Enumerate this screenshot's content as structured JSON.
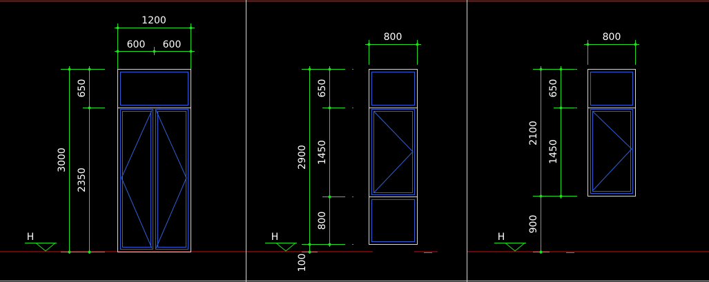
{
  "colors": {
    "background": "#000000",
    "dimension": "#1fe11f",
    "frame": "#d8d8d8",
    "sash": "#2f5fd7",
    "ground_line": "#cc1111",
    "viewport_border": "#cc1111",
    "text": "#ffffff"
  },
  "elevations": [
    {
      "id": "door",
      "top_dims": {
        "overall": "1200",
        "left": "600",
        "right": "600"
      },
      "outer_dim": "3000",
      "segments": [
        "650",
        "2350"
      ],
      "level_marker": "H"
    },
    {
      "id": "window-1",
      "top_dims": {
        "overall": "800"
      },
      "outer_dim": "2900",
      "segments": [
        "650",
        "1450",
        "800"
      ],
      "bottom_dim": "100",
      "level_marker": "H"
    },
    {
      "id": "window-2",
      "top_dims": {
        "overall": "800"
      },
      "outer_dim": "2100",
      "segments": [
        "650",
        "1450"
      ],
      "sill_dim": "900",
      "level_marker": "H"
    }
  ]
}
